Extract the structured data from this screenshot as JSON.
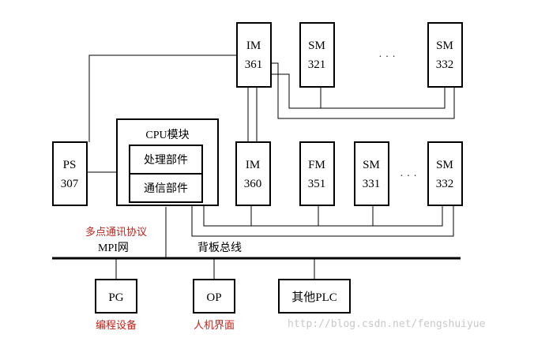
{
  "modules": {
    "im361": {
      "line1": "IM",
      "line2": "361"
    },
    "sm321": {
      "line1": "SM",
      "line2": "321"
    },
    "sm332_top": {
      "line1": "SM",
      "line2": "332"
    },
    "ps307": {
      "line1": "PS",
      "line2": "307"
    },
    "im360": {
      "line1": "IM",
      "line2": "360"
    },
    "fm351": {
      "line1": "FM",
      "line2": "351"
    },
    "sm331": {
      "line1": "SM",
      "line2": "331"
    },
    "sm332_bottom": {
      "line1": "SM",
      "line2": "332"
    }
  },
  "cpu": {
    "title": "CPU模块",
    "processing_unit": "处理部件",
    "communication_unit": "通信部件"
  },
  "ellipsis_top": "· · ·",
  "ellipsis_bottom": "· · ·",
  "mpi": {
    "protocol_label": "多点通讯协议",
    "network_label": "MPI网"
  },
  "backplane_bus_label": "背板总线",
  "devices": {
    "pg": {
      "label": "PG",
      "caption": "编程设备"
    },
    "op": {
      "label": "OP",
      "caption": "人机界面"
    },
    "other_plc": {
      "label": "其他PLC"
    }
  },
  "watermark": "http://blog.csdn.net/fengshuiyue",
  "colors": {
    "caption_red": "#c0221b",
    "line": "#000000",
    "watermark": "#c8c8c8"
  }
}
